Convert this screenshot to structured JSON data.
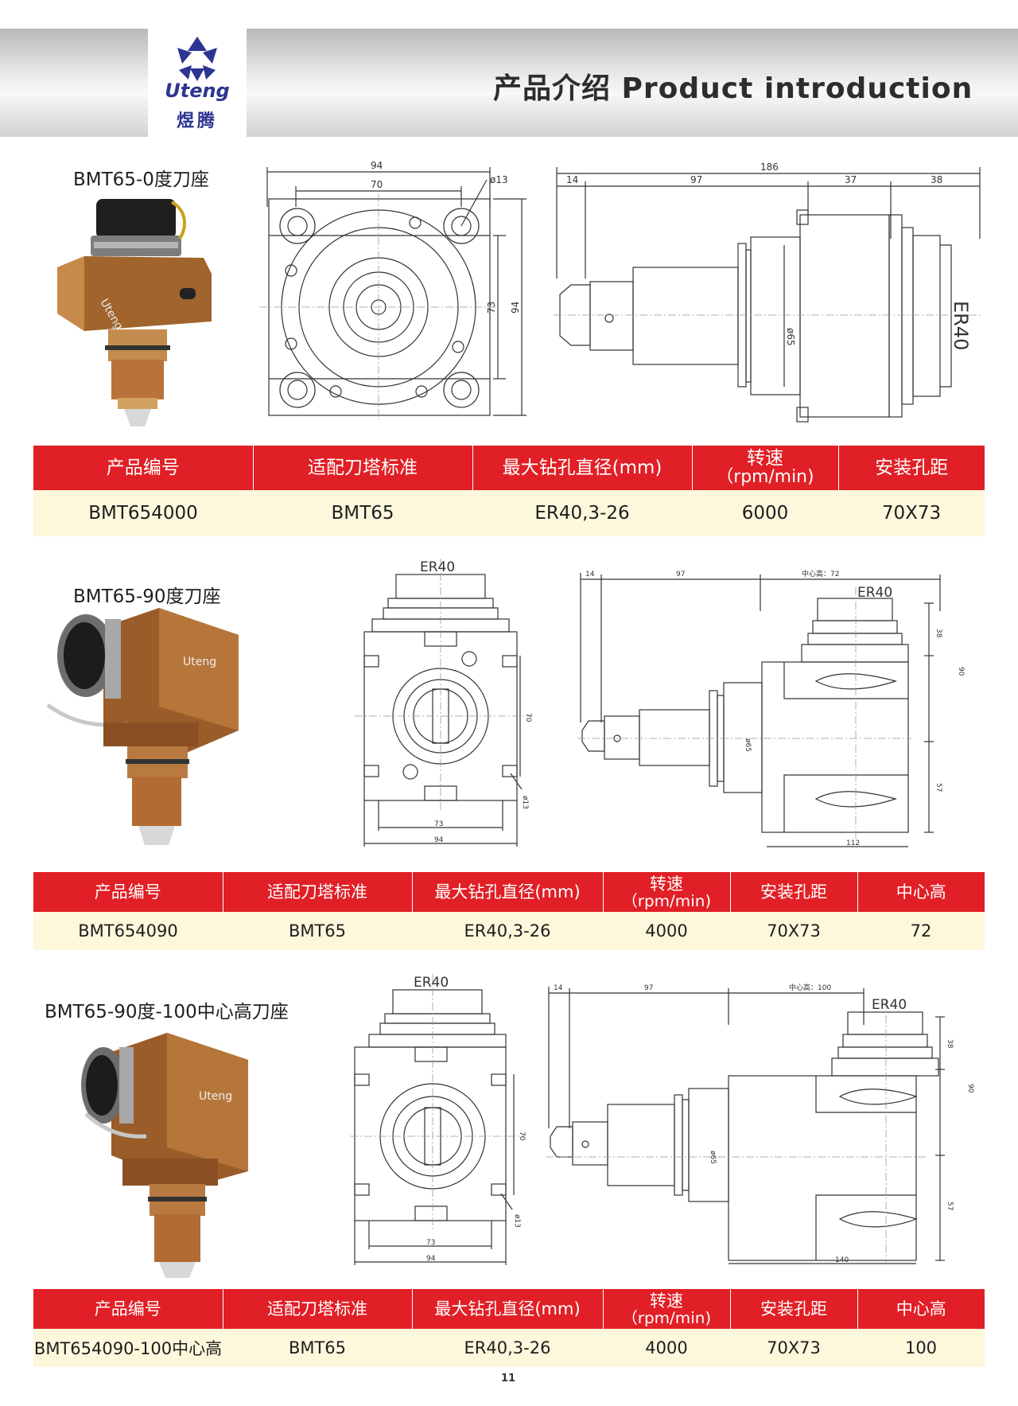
{
  "header": {
    "brand_en": "Uteng",
    "brand_cn": "煜腾",
    "title": "产品介绍 Product introduction",
    "colors": {
      "logo_blue": "#2c3590",
      "table_red": "#e11f26",
      "table_cream": "#fdf7dc"
    }
  },
  "sections": [
    {
      "title": "BMT65-0度刀座",
      "table": {
        "headers": [
          "产品编号",
          "适配刀塔标准",
          "最大钻孔直径(mm)",
          "转速",
          "（rpm/min)",
          "安装孔距"
        ],
        "row": [
          "BMT654000",
          "BMT65",
          "ER40,3-26",
          "6000",
          "70X73"
        ]
      },
      "drawing_labels": {
        "front": [
          "94",
          "70",
          "ø13",
          "73",
          "94"
        ],
        "side": [
          "186",
          "14",
          "97",
          "37",
          "38",
          "ø65",
          "ER40"
        ]
      }
    },
    {
      "title": "BMT65-90度刀座",
      "table": {
        "headers": [
          "产品编号",
          "适配刀塔标准",
          "最大钻孔直径(mm)",
          "转速",
          "（rpm/min)",
          "安装孔距",
          "中心高"
        ],
        "row": [
          "BMT654090",
          "BMT65",
          "ER40,3-26",
          "4000",
          "70X73",
          "72"
        ]
      },
      "drawing_labels": {
        "front": [
          "ER40",
          "70",
          "ø13",
          "73",
          "94"
        ],
        "side": [
          "14",
          "97",
          "中心高：72",
          "ER40",
          "38",
          "90",
          "ø65",
          "57",
          "112"
        ]
      }
    },
    {
      "title": "BMT65-90度-100中心高刀座",
      "table": {
        "headers": [
          "产品编号",
          "适配刀塔标准",
          "最大钻孔直径(mm)",
          "转速",
          "（rpm/min)",
          "安装孔距",
          "中心高"
        ],
        "row": [
          "BMT654090-100中心高",
          "BMT65",
          "ER40,3-26",
          "4000",
          "70X73",
          "100"
        ]
      },
      "drawing_labels": {
        "front": [
          "ER40",
          "70",
          "ø13",
          "73",
          "94"
        ],
        "side": [
          "14",
          "97",
          "中心高：100",
          "ER40",
          "38",
          "90",
          "ø65",
          "57",
          "140"
        ]
      }
    }
  ],
  "page_number": "11"
}
